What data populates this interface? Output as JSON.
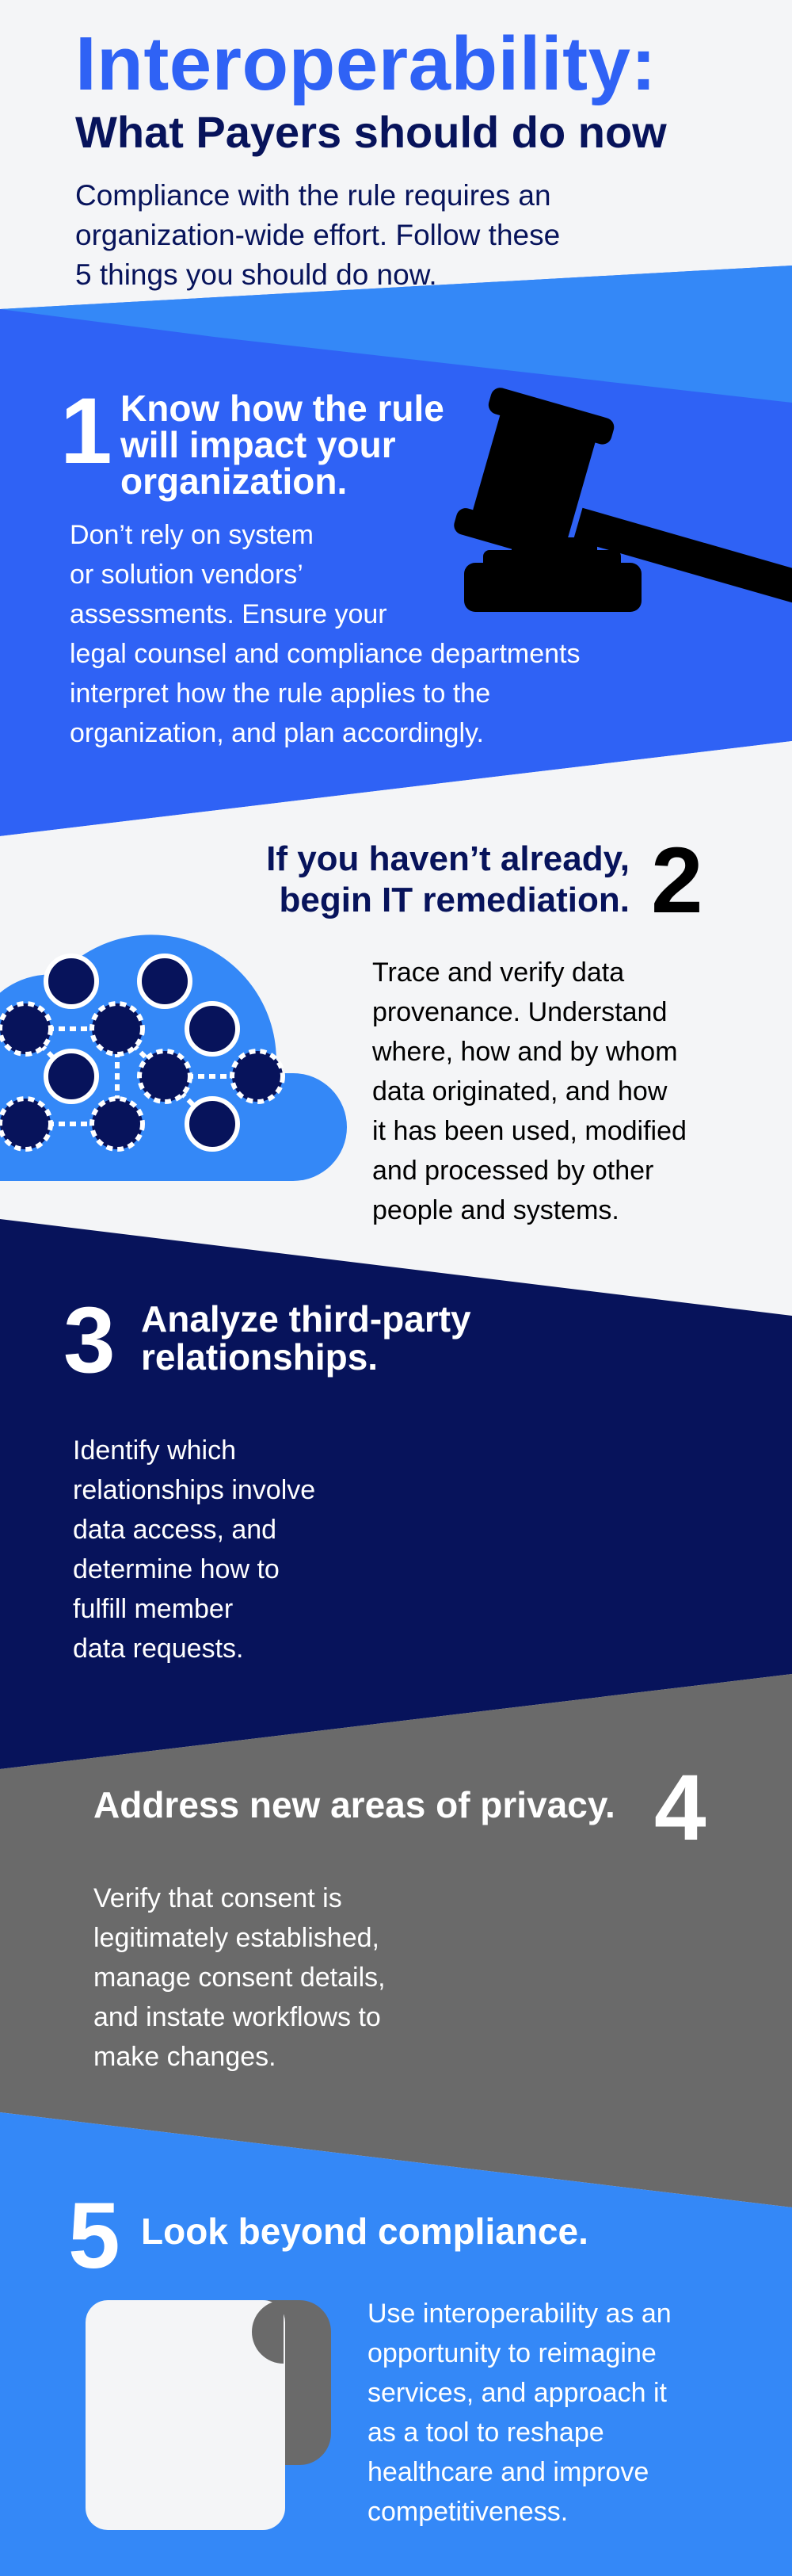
{
  "header": {
    "title": "Interoperability:",
    "subtitle": "What Payers should do now",
    "intro_lines": [
      "Compliance with the rule requires an",
      "organization-wide effort. Follow these",
      "5 things you should do now."
    ]
  },
  "colors": {
    "primary_blue": "#2f62f5",
    "bright_blue": "#3488f7",
    "navy": "#07135b",
    "gray": "#6a6a6a",
    "light": "#f4f5f7"
  },
  "steps": [
    {
      "number": "1",
      "title_lines": [
        "Know how the rule",
        "will impact your",
        "organization."
      ],
      "body_lines": [
        "Don’t rely on system",
        "or solution vendors’",
        "assessments. Ensure your",
        "legal counsel and compliance departments",
        "interpret how the rule applies to the",
        "organization, and plan accordingly."
      ],
      "icon": "gavel-icon"
    },
    {
      "number": "2",
      "title_lines": [
        "If you haven’t already,",
        "begin IT remediation."
      ],
      "body_lines": [
        "Trace and verify data",
        "provenance. Understand",
        "where, how and by whom",
        "data originated, and how",
        "it has been used, modified",
        "and processed by other",
        "people and systems."
      ],
      "icon": "cloud-data-icon"
    },
    {
      "number": "3",
      "title_lines": [
        "Analyze third-party",
        "relationships."
      ],
      "body_lines": [
        "Identify which",
        "relationships involve",
        "data access, and",
        "determine how to",
        "fulfill member",
        "data requests."
      ]
    },
    {
      "number": "4",
      "title_lines": [
        "Address new areas of privacy."
      ],
      "body_lines": [
        "Verify that consent is",
        "legitimately established,",
        "manage consent details,",
        "and instate workflows to",
        "make changes."
      ]
    },
    {
      "number": "5",
      "title_lines": [
        "Look beyond compliance."
      ],
      "body_lines": [
        "Use interoperability as an",
        "opportunity to reimagine",
        "services, and approach it",
        "as a tool to reshape",
        "healthcare and improve",
        "competitiveness."
      ],
      "icon": "scroll-icon"
    }
  ]
}
